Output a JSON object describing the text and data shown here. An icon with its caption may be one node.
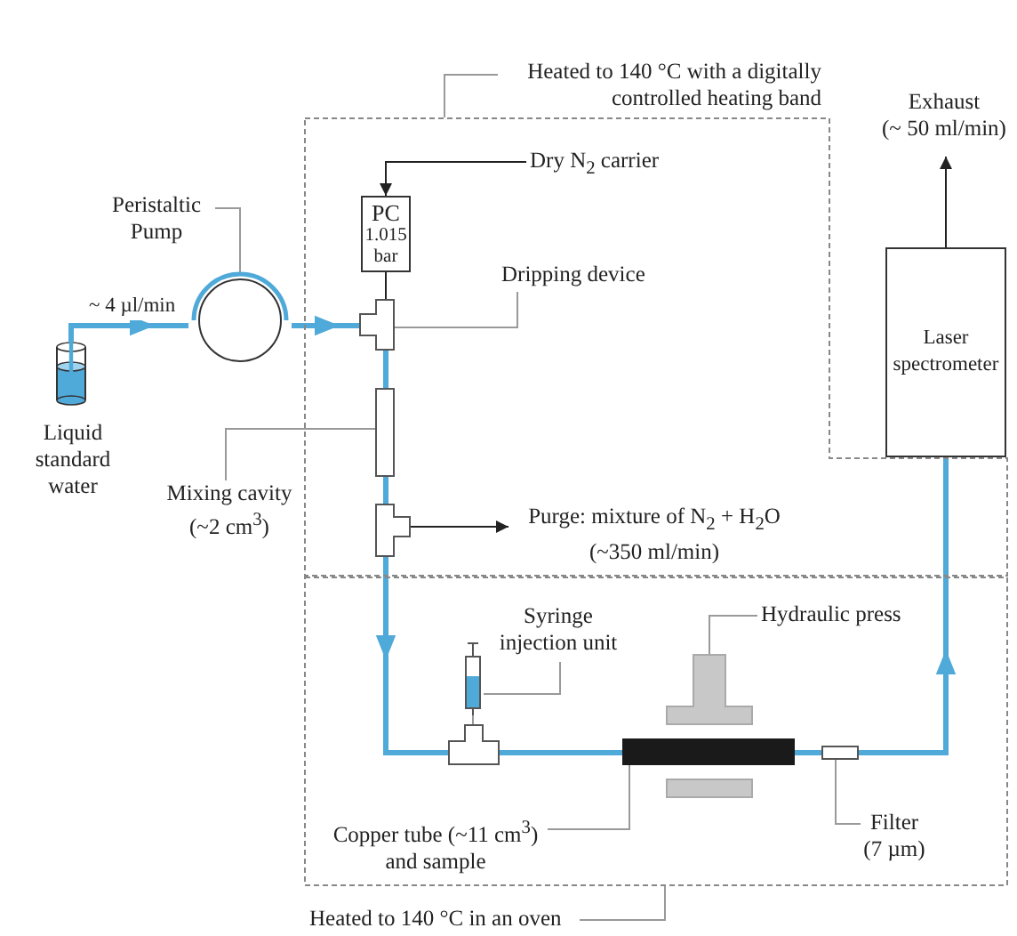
{
  "diagram": {
    "nodes": [
      {
        "text": [
          "Heated to 140 °C with a digitally controlled heating band"
        ]
      },
      {
        "text": [],
        "shape": "box"
      },
      {
        "text": [
          "Exhaust",
          "(~ 50 ml/min)"
        ]
      },
      {
        "text": [
          "Dry N$_{2}$ carrier"
        ],
        "in": 1
      },
      {
        "text": [
          "PC",
          "1.015 bar"
        ],
        "in": 1
      },
      {
        "text": [
          "Peristaltic Pump"
        ]
      },
      {
        "text": [],
        "shape": "circle"
      },
      {
        "text": [
          "Liquid standard water"
        ]
      },
      {
        "text": [
          "Dripping device"
        ],
        "in": 1
      },
      {
        "text": [],
        "shape": "box",
        "in": 1
      },
      {
        "text": [
          "Mixing cavity (~2 cm$^{3}$)"
        ]
      },
      {
        "text": [],
        "shape": "box",
        "in": 1
      },
      {
        "text": [],
        "shape": "box",
        "in": 1
      },
      {
        "text": [
          "Purge: mixture of N$_{2}$ + H$_{2}$O (~350 ml/min)"
        ],
        "in": 1
      },
      {
        "text": [],
        "shape": "box"
      },
      {
        "text": [
          "Heated to 140 °C in an oven"
        ]
      },
      {
        "text": [
          "Syringe injection unit"
        ],
        "in": 14
      },
      {
        "text": [],
        "shape": "syringe",
        "in": 14
      },
      {
        "text": [],
        "shape": "box",
        "in": 14
      },
      {
        "text": [
          "Hydraulic press"
        ],
        "in": 14
      },
      {
        "text": [],
        "shape": "box",
        "in": 14
      },
      {
        "text": [],
        "shape": "bar",
        "in": 14
      },
      {
        "text": [
          "Copper tube (~11 cm$^{3}$) and sample"
        ],
        "in": 14
      },
      {
        "text": [],
        "shape": "box",
        "in": 14
      },
      {
        "text": [
          "Filter (7 µm)"
        ],
        "in": 14
      },
      {
        "text": [
          "Laser spectrometer"
        ]
      }
    ],
    "edges": [
      {
        "from": 7,
        "to": 6,
        "arrow": "to",
        "label": "~ 4 µl/min",
        "style": "thick",
        "color": "#4fa9d9"
      },
      {
        "from": 6,
        "to": 9,
        "arrow": "to",
        "style": "thick",
        "color": "#4fa9d9"
      },
      {
        "from": 3,
        "to": 4,
        "arrow": "to",
        "color": "#222222"
      },
      {
        "from": 4,
        "to": 9,
        "arrow": "none",
        "color": "#222222"
      },
      {
        "from": 9,
        "to": 11,
        "arrow": "none",
        "style": "thick",
        "color": "#4fa9d9"
      },
      {
        "from": 11,
        "to": 12,
        "arrow": "none",
        "style": "thick",
        "color": "#4fa9d9"
      },
      {
        "from": 12,
        "to": 13,
        "arrow": "to",
        "color": "#222222"
      },
      {
        "from": 12,
        "to": 18,
        "arrow": "to",
        "style": "thick",
        "color": "#4fa9d9"
      },
      {
        "from": 17,
        "to": 18,
        "arrow": "none"
      },
      {
        "from": 18,
        "to": 21,
        "arrow": "none",
        "style": "thick",
        "color": "#4fa9d9"
      },
      {
        "from": 21,
        "to": 23,
        "arrow": "none",
        "style": "thick",
        "color": "#4fa9d9"
      },
      {
        "from": 23,
        "to": 25,
        "arrow": "to",
        "style": "thick",
        "color": "#4fa9d9"
      },
      {
        "from": 25,
        "to": 2,
        "arrow": "to",
        "color": "#222222"
      },
      {
        "from": 0,
        "to": 1,
        "arrow": "none"
      },
      {
        "from": 5,
        "to": 6,
        "arrow": "none"
      },
      {
        "from": 8,
        "to": 9,
        "arrow": "none"
      },
      {
        "from": 10,
        "to": 11,
        "arrow": "none"
      },
      {
        "from": 16,
        "to": 17,
        "arrow": "none"
      },
      {
        "from": 19,
        "to": 20,
        "arrow": "none"
      },
      {
        "from": 22,
        "to": 21,
        "arrow": "none"
      },
      {
        "from": 24,
        "to": 23,
        "arrow": "none"
      },
      {
        "from": 15,
        "to": 14,
        "arrow": "none"
      }
    ]
  }
}
